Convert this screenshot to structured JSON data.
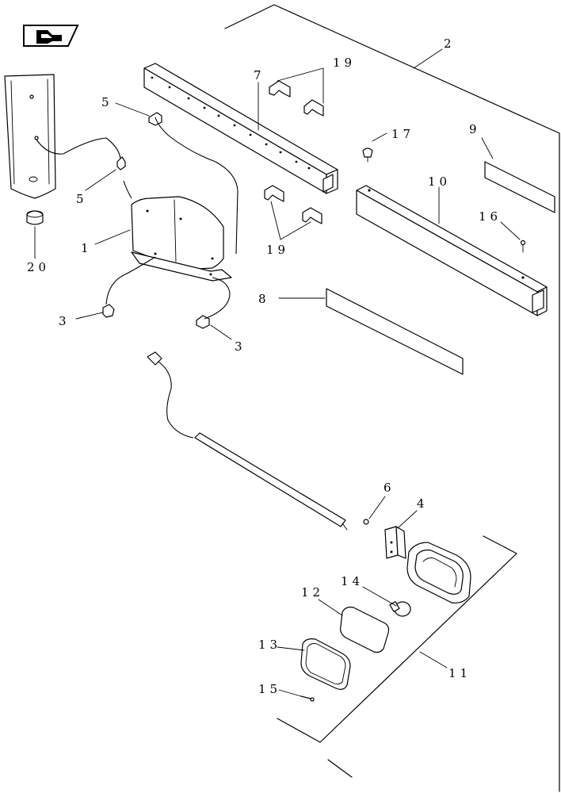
{
  "callouts": {
    "c1": "1",
    "c2": "2",
    "c3a": "3",
    "c3b": "3",
    "c4": "4",
    "c5a": "5",
    "c5b": "5",
    "c6": "6",
    "c7": "7",
    "c8": "8",
    "c9": "9",
    "c10": "10",
    "c11": "11",
    "c12": "12",
    "c13": "13",
    "c14": "14",
    "c15": "15",
    "c16": "16",
    "c17": "17",
    "c19a": "19",
    "c19b": "19",
    "c20": "20"
  },
  "icons": {
    "nav": "next-page-arrow-icon"
  }
}
